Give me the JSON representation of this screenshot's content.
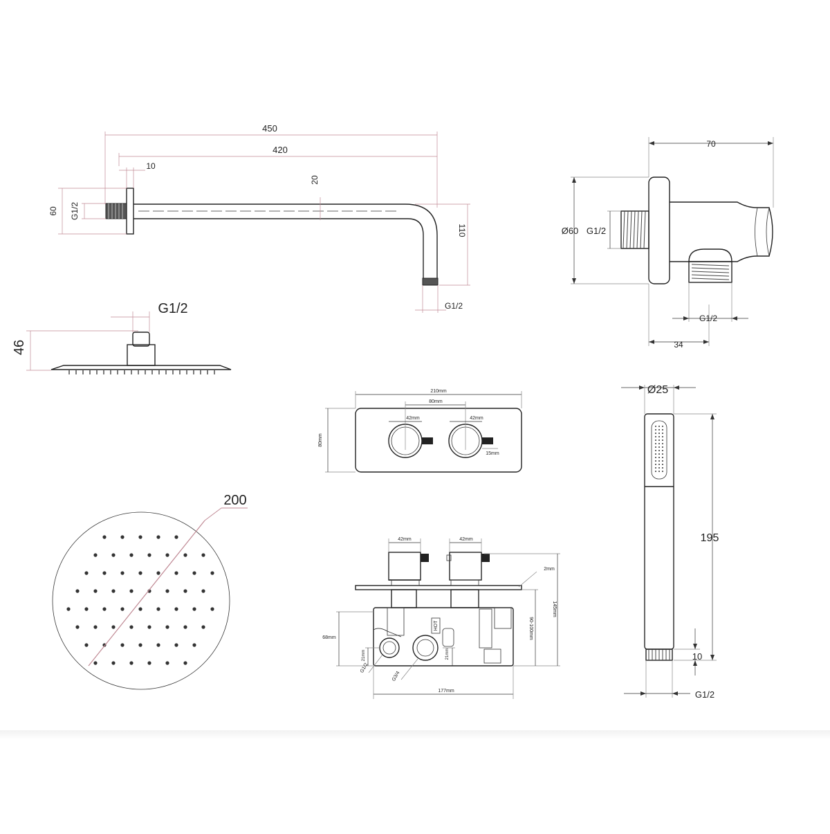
{
  "shower_arm": {
    "overall_length": "450",
    "arm_length": "420",
    "flange_depth": "10",
    "tube_diameter": "20",
    "flange_height": "60",
    "inlet_thread": "G1/2",
    "drop_height": "110",
    "outlet_thread": "G1/2"
  },
  "wall_outlet": {
    "width": "70",
    "flange_diameter": "Ø60",
    "inlet_thread": "G1/2",
    "outlet_thread": "G1/2",
    "outlet_offset": "34"
  },
  "head_side": {
    "thread": "G1/2",
    "height": "46"
  },
  "head_top": {
    "diameter": "200"
  },
  "valve_front": {
    "plate_width": "210mm",
    "handle_spacing": "80mm",
    "left_handle": "42mm",
    "right_handle": "42mm",
    "lever": "15mm",
    "plate_height": "80mm"
  },
  "valve_side": {
    "left_handle": "42mm",
    "right_handle": "42mm",
    "plate_thickness": "2mm",
    "overall_depth": "145mm",
    "adjust_range": "90-100mm",
    "body_height": "68mm",
    "left_offset": "21mm",
    "right_offset": "21mm",
    "inlet_left": "G1/2",
    "inlet_right": "G3/4",
    "hot_label": "HOT",
    "body_width": "177mm"
  },
  "hand_shower": {
    "diameter": "Ø25",
    "length": "195",
    "thread_length": "10",
    "thread": "G1/2"
  }
}
